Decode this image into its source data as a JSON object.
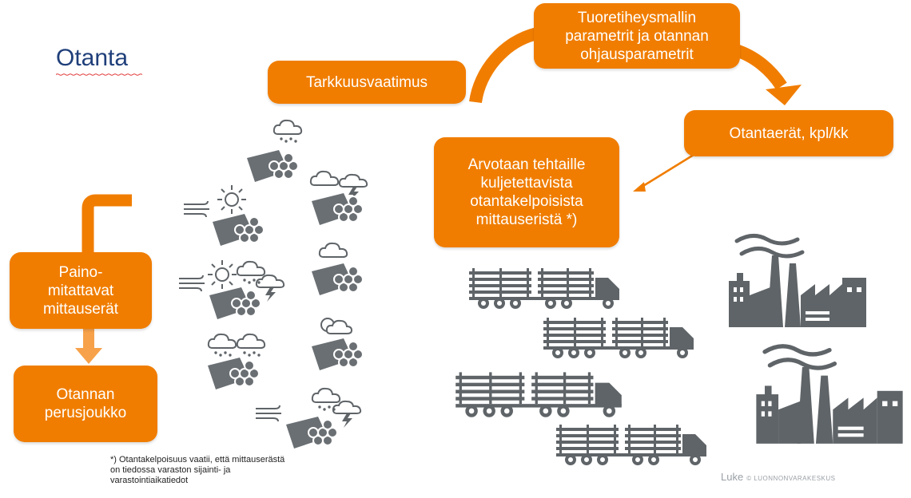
{
  "title": "Otanta",
  "boxes": {
    "tarkkuus": "Tarkkuusvaatimus",
    "tuoretiheys": "Tuoretiheysmallin parametrit ja otannan ohjausparametrit",
    "otantaerat": "Otantaerät, kpl/kk",
    "arvotaan": "Arvotaan tehtaille kuljetettavista otantakelpoisista mittauseristä *)",
    "paino": "Paino-mitattavat mittauserät",
    "perusjoukko": "Otannan perusjoukko"
  },
  "footnote": "*) Otantakelpoisuus vaatii, että mittauserästä on tiedossa varaston sijainti- ja varastointiaikatiedot",
  "logo": {
    "brand": "Luke",
    "text": "© LUONNONVARAKESKUS"
  },
  "colors": {
    "accent": "#f07d00",
    "title": "#1f3f7a",
    "icon": "#5f6468"
  },
  "icons": [
    "weather-cloud-rain-icon",
    "weather-sun-icon",
    "weather-wind-icon",
    "weather-thunder-icon",
    "log-pile-icon",
    "timber-truck-icon",
    "factory-icon"
  ]
}
